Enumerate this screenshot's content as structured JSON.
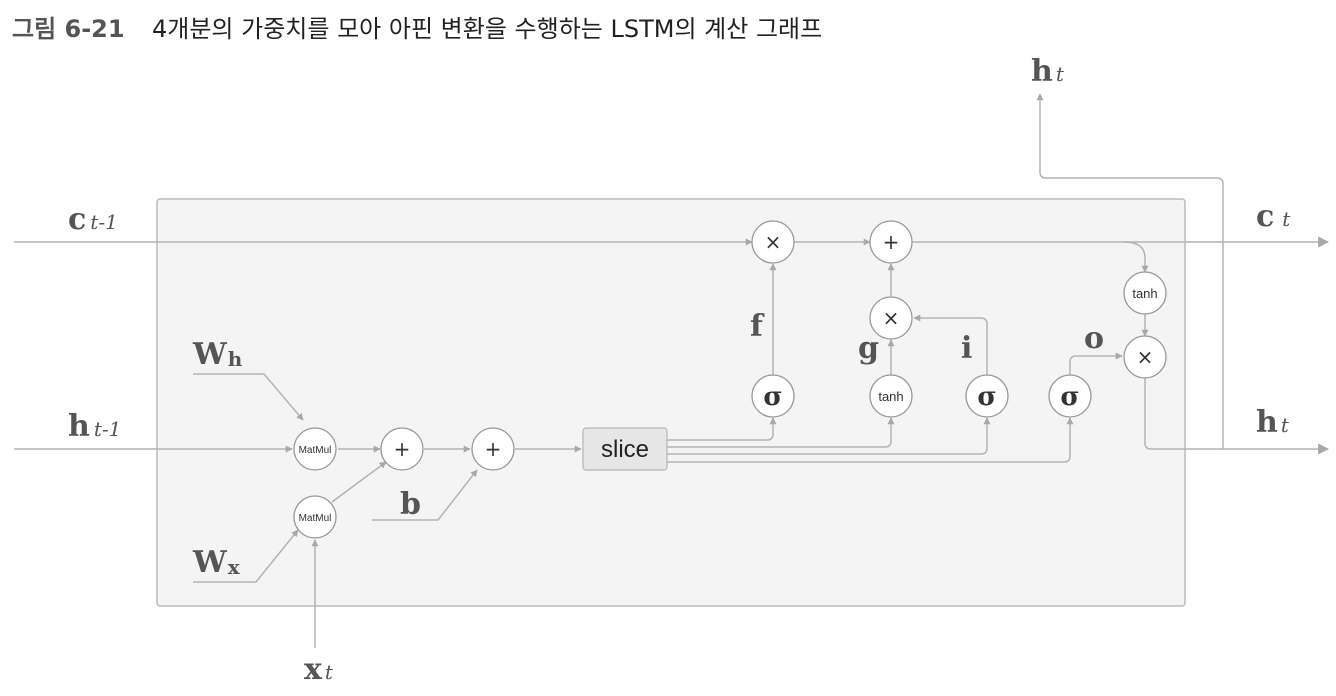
{
  "caption": {
    "number": "그림 6-21",
    "title": "4개분의 가중치를 모아 아핀 변환을 수행하는 LSTM의 계산 그래프"
  },
  "nodes": {
    "mul_f": "×",
    "add_c": "+",
    "mul_gi": "×",
    "mul_o": "×",
    "add_1": "+",
    "add_2": "+",
    "tanh_c": "tanh",
    "tanh_g": "tanh",
    "sigma_f": "σ",
    "sigma_i": "σ",
    "sigma_o": "σ",
    "matmul_h": "MatMul",
    "matmul_x": "MatMul",
    "slice": "slice"
  },
  "labels": {
    "c_prev": {
      "base": "c",
      "sub": "t-1"
    },
    "h_prev": {
      "base": "h",
      "sub": "t-1"
    },
    "c_next": {
      "base": "c",
      "sub": "t"
    },
    "h_next": {
      "base": "h",
      "sub": "t"
    },
    "h_top": {
      "base": "h",
      "sub": "t"
    },
    "x_t": {
      "base": "x",
      "sub": "t"
    },
    "W_h": {
      "base": "W",
      "sub": "h"
    },
    "W_x": {
      "base": "W",
      "sub": "x"
    },
    "b": "b",
    "f": "f",
    "g": "g",
    "i": "i",
    "o": "o"
  }
}
